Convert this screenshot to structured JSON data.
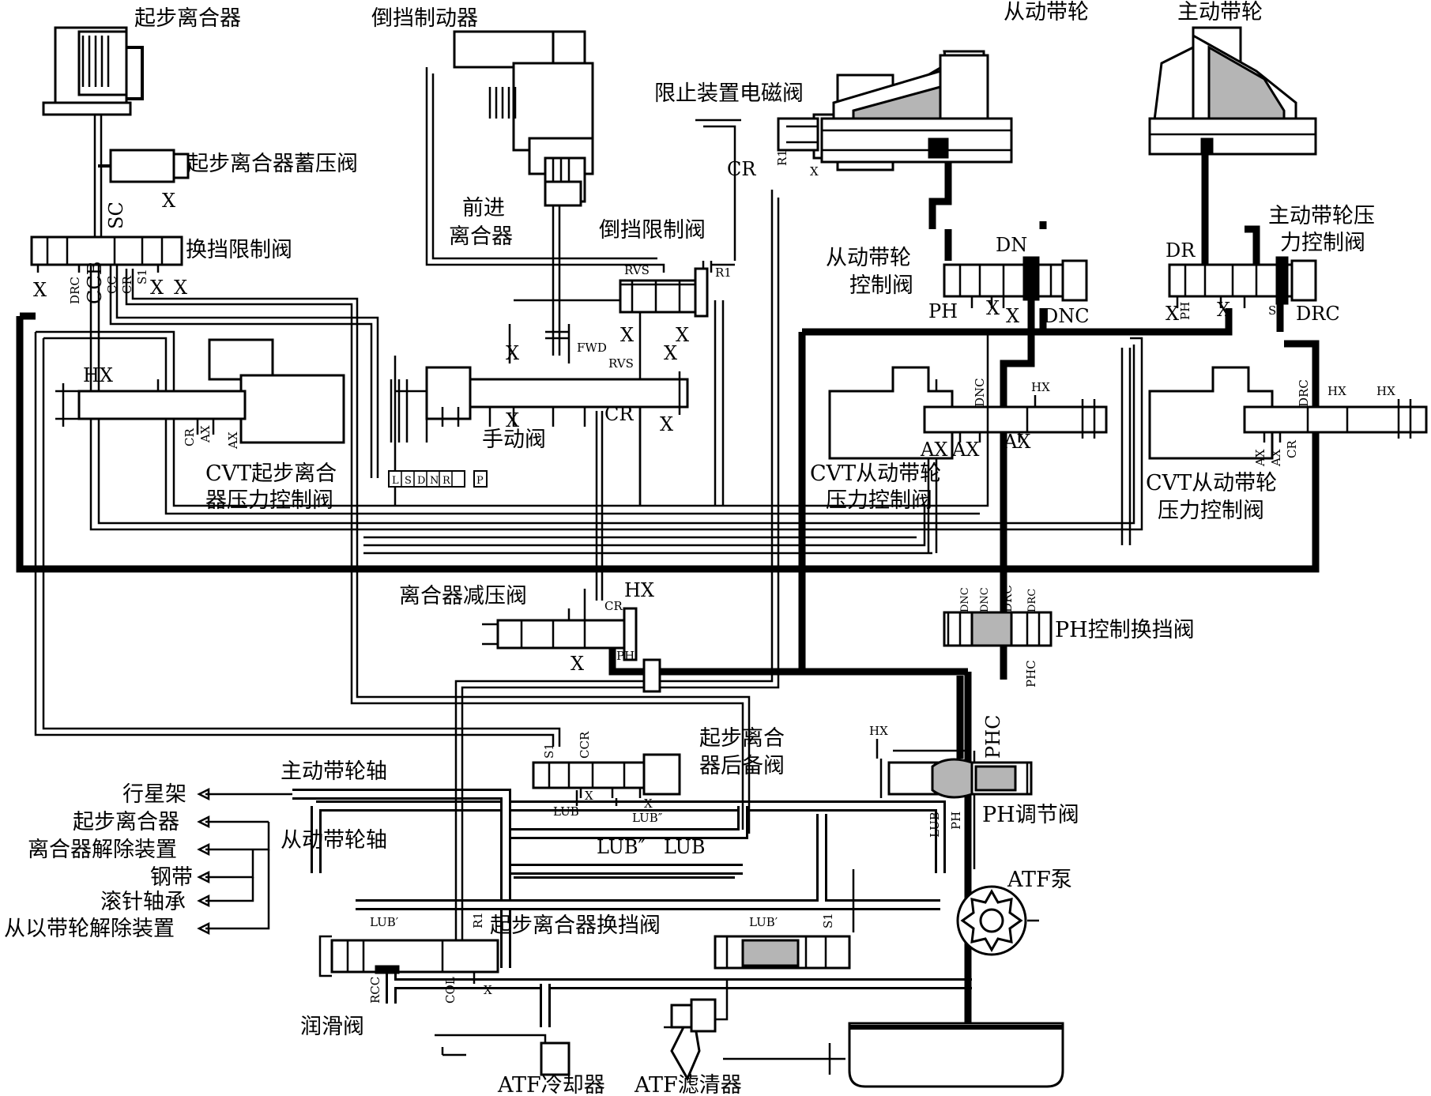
{
  "components": {
    "start_clutch": "起步离合器",
    "reverse_brake": "倒挡制动器",
    "driven_pulley": "从动带轮",
    "drive_pulley": "主动带轮",
    "inhibitor_solenoid": "限止装置电磁阀",
    "start_clutch_accumulator": "起步离合器蓄压阀",
    "shift_inhibitor_valve": "换挡限制阀",
    "forward_clutch": [
      "前进",
      "离合器"
    ],
    "reverse_inhibitor_valve": "倒挡限制阀",
    "driven_pulley_control_valve": [
      "从动带轮",
      "控制阀"
    ],
    "drive_pulley_pressure_control_valve": [
      "主动带轮压",
      "力控制阀"
    ],
    "manual_valve": "手动阀",
    "cvt_start_clutch_pressure_control_valve": [
      "CVT起步离合",
      "器压力控制阀"
    ],
    "cvt_driven_pulley_pressure_control_valve_1": [
      "CVT从动带轮",
      "压力控制阀"
    ],
    "cvt_driven_pulley_pressure_control_valve_2": [
      "CVT从动带轮",
      "压力控制阀"
    ],
    "clutch_reducing_valve": "离合器减压阀",
    "ph_control_shift_valve": "PH控制换挡阀",
    "start_clutch_backup_valve": [
      "起步离合",
      "器后备阀"
    ],
    "ph_regulator_valve": "PH调节阀",
    "drive_pulley_shaft": "主动带轮轴",
    "driven_pulley_shaft": "从动带轮轴",
    "start_clutch_shift_valve": "起步离合器换挡阀",
    "atf_pump": "ATF泵",
    "lubrication_valve": "润滑阀",
    "atf_cooler": "ATF冷却器",
    "atf_filter": "ATF滤清器"
  },
  "lubrication_targets": [
    "行星架",
    "起步离合器",
    "离合器解除装置",
    "钢带",
    "滚针轴承",
    "从以带轮解除装置"
  ],
  "manual_positions": [
    "L",
    "S",
    "D",
    "N",
    "R",
    "P"
  ],
  "codes": {
    "X": "X",
    "SC": "SC",
    "DRC": "DRC",
    "CCB": "CCB",
    "CC": "CC",
    "CR": "CR",
    "S1": "S1",
    "HX": "HX",
    "AX": "AX",
    "FWD": "FWD",
    "RVS": "RVS",
    "R1": "R1",
    "DN": "DN",
    "DR": "DR",
    "PH": "PH",
    "DNC": "DNC",
    "PHC": "PHC",
    "CCR": "CCR",
    "LUB": "LUB",
    "LUB2": "LUB″",
    "LUB1": "LUB′",
    "PH1": "PH",
    "RCC": "RCC",
    "COL": "COL"
  },
  "colors": {
    "line": "#000000",
    "grey_fill": "#b5b5b5",
    "background": "#ffffff"
  }
}
